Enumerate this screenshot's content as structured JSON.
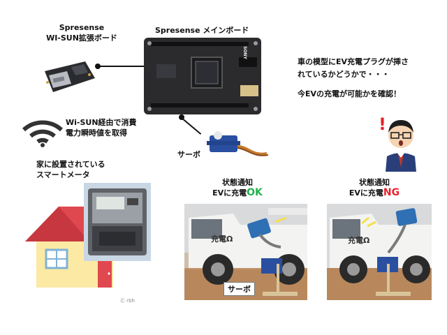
{
  "labels": {
    "wisun_board_line1": "Spresense",
    "wisun_board_line2": "WI-SUN拡張ボード",
    "main_board": "Spresense メインボード",
    "wisun_comm_line1": "Wi-SUN経由で消費",
    "wisun_comm_line2": "電力瞬時値を取得",
    "home_meter_line1": "家に設置されている",
    "home_meter_line2": "スマートメータ",
    "servo": "サーボ",
    "servo_photo": "サーボ",
    "note_line1": "車の模型にEV充電プラグが挿さ",
    "note_line2": "れているかどうかで・・・",
    "note_line3": "今EVの充電が可能かを確認！",
    "notice_ok_title": "状態通知",
    "notice_ok_prefix": "EVに充電",
    "notice_ok_status": "OK",
    "notice_ng_title": "状態通知",
    "notice_ng_prefix": "EVに充電",
    "notice_ng_status": "NG",
    "credit": "Ⓒ rbh",
    "board_brand": "SONY",
    "truck_text": "充電Ω"
  },
  "colors": {
    "ok": "#22b14c",
    "ng": "#e8202a",
    "roof": "#e0484f",
    "house_wall": "#fce9a3",
    "door": "#e0484f",
    "board": "#2b2b2e",
    "servo": "#2a4fa0"
  },
  "icons": {
    "wifi": "wifi-icon",
    "person": "surprised-person-icon"
  }
}
